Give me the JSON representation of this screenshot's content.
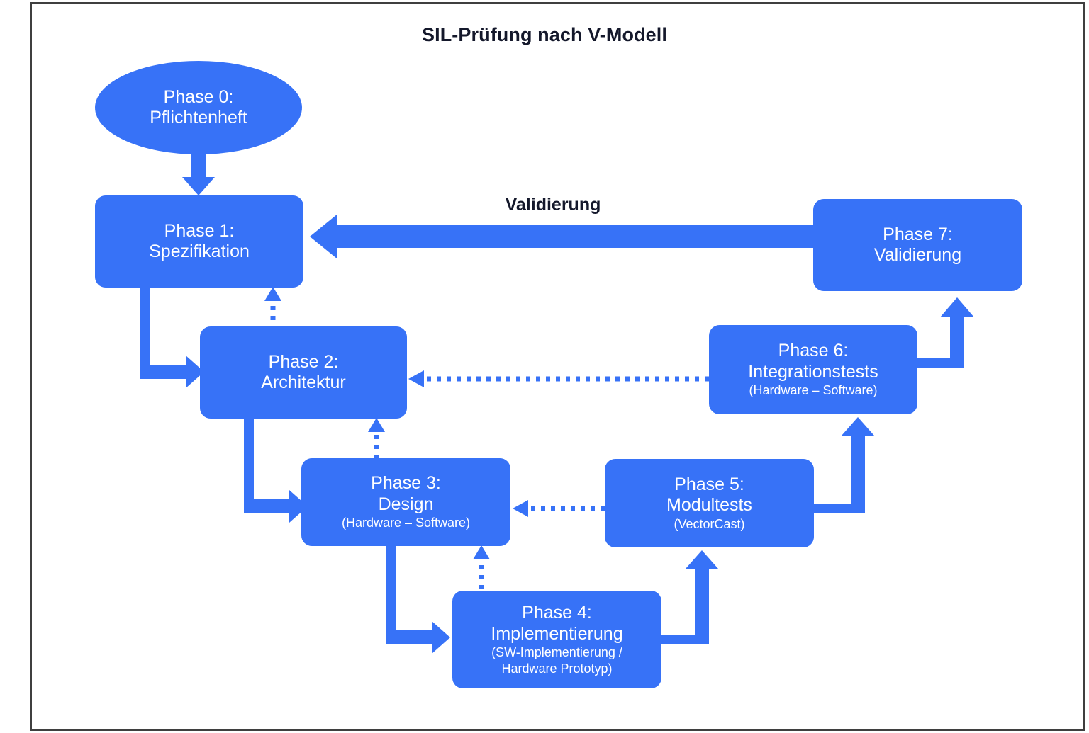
{
  "diagram": {
    "title": "SIL-Prüfung nach V-Modell",
    "validation_label": "Validierung",
    "accent_color": "#3772f7",
    "frame_color": "#3f3f3f",
    "title_color": "#14182b",
    "background": "#ffffff"
  },
  "nodes": {
    "phase0": {
      "shape": "ellipse",
      "line1": "Phase 0:",
      "line2": "Pflichtenheft",
      "sub": ""
    },
    "phase1": {
      "shape": "rect",
      "line1": "Phase 1:",
      "line2": "Spezifikation",
      "sub": ""
    },
    "phase2": {
      "shape": "rect",
      "line1": "Phase 2:",
      "line2": "Architektur",
      "sub": ""
    },
    "phase3": {
      "shape": "rect",
      "line1": "Phase 3:",
      "line2": "Design",
      "sub": "(Hardware – Software)"
    },
    "phase4": {
      "shape": "rect",
      "line1": "Phase 4:",
      "line2": "Implementierung",
      "sub_line1": "(SW-Implementierung /",
      "sub_line2": "Hardware Prototyp)"
    },
    "phase5": {
      "shape": "rect",
      "line1": "Phase 5:",
      "line2": "Modultests",
      "sub": "(VectorCast)"
    },
    "phase6": {
      "shape": "rect",
      "line1": "Phase 6:",
      "line2": "Integrationstests",
      "sub": "(Hardware – Software)"
    },
    "phase7": {
      "shape": "rect",
      "line1": "Phase 7:",
      "line2": "Validierung",
      "sub": ""
    }
  },
  "connectors": {
    "p0_to_p1": {
      "style": "solid",
      "label": ""
    },
    "p1_to_p2": {
      "style": "solid",
      "label": ""
    },
    "p2_to_p3": {
      "style": "solid",
      "label": ""
    },
    "p3_to_p4": {
      "style": "solid",
      "label": ""
    },
    "p4_to_p5": {
      "style": "solid",
      "label": ""
    },
    "p5_to_p6": {
      "style": "solid",
      "label": ""
    },
    "p6_to_p7": {
      "style": "solid",
      "label": ""
    },
    "p7_to_p1": {
      "style": "solid",
      "label": "Validierung"
    },
    "p6_to_p2": {
      "style": "dotted",
      "label": ""
    },
    "p5_to_p3": {
      "style": "dotted",
      "label": ""
    },
    "p2_to_p1_verify": {
      "style": "dotted",
      "label": ""
    },
    "p3_to_p2_verify": {
      "style": "dotted",
      "label": ""
    },
    "p4_to_p3_verify": {
      "style": "dotted",
      "label": ""
    }
  }
}
